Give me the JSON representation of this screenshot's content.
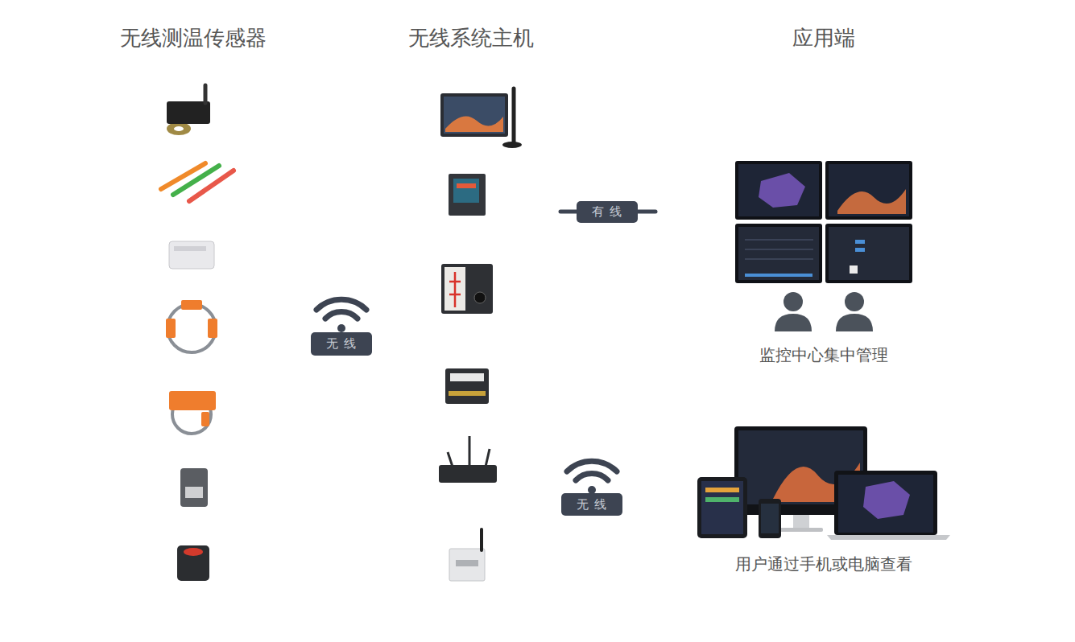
{
  "diagram": {
    "nodes": [
      {
        "text": [
          "无 线"
        ]
      },
      {
        "text": [
          "有 线"
        ]
      },
      {
        "text": [
          "无 线"
        ]
      }
    ],
    "labels": [
      "无线测温传感器",
      "无线系统主机",
      "应用端",
      "监控中心集中管理",
      "用户通过手机或电脑查看"
    ]
  }
}
